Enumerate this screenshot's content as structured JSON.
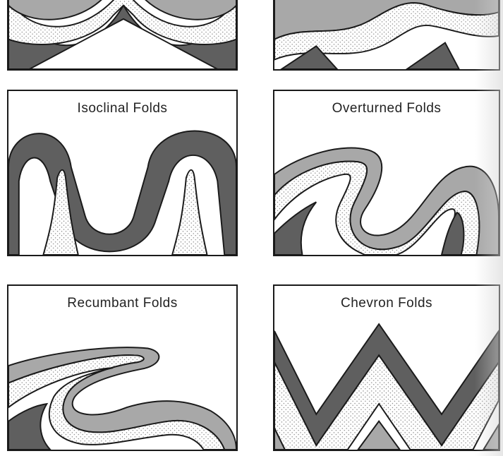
{
  "panels": {
    "top_left": {
      "title": ""
    },
    "top_right": {
      "title": ""
    },
    "isoclinal": {
      "title": "Isoclinal Folds"
    },
    "overturned": {
      "title": "Overturned Folds"
    },
    "recumbant": {
      "title": "Recumbant Folds"
    },
    "chevron": {
      "title": "Chevron Folds"
    }
  },
  "colors": {
    "dark_layer": "#5f5f5f",
    "light_layer": "#a8a8a8",
    "stipple_bg": "#ffffff",
    "stipple_dot": "#7a7a7a",
    "outline": "#1a1a1a"
  }
}
